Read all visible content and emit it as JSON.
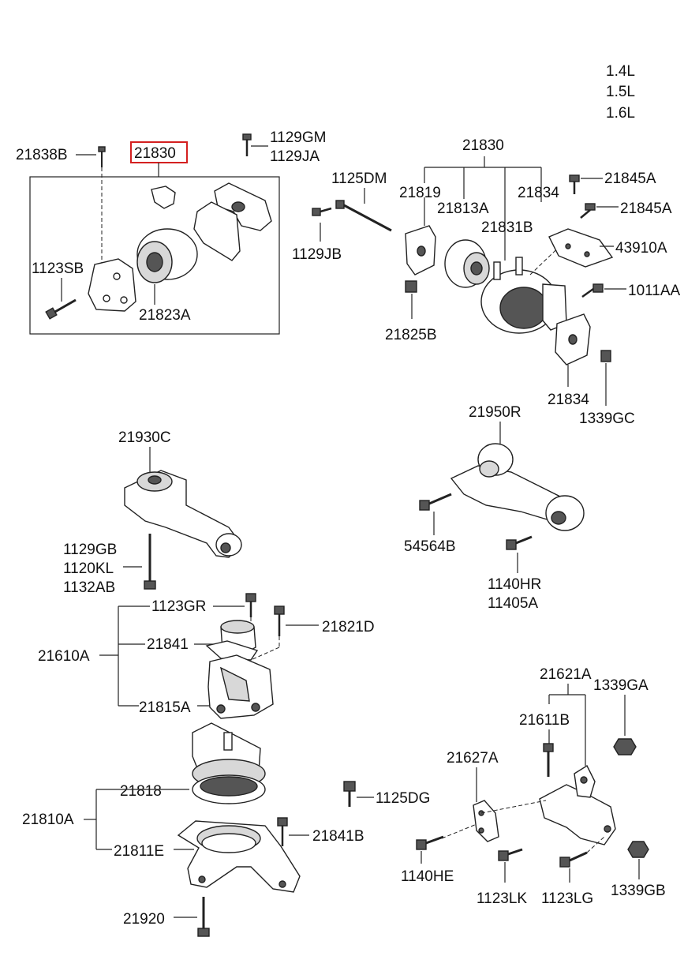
{
  "engine_variants": [
    "1.4L",
    "1.5L",
    "1.6L"
  ],
  "highlight_color": "#d42020",
  "labels": {
    "p21838B": "21838B",
    "p21830_highlight": "21830",
    "p1129GM": "1129GM",
    "p1129JA": "1129JA",
    "p1123SB": "1123SB",
    "p21823A": "21823A",
    "p21830": "21830",
    "p1125DM": "1125DM",
    "p21819": "21819",
    "p21813A": "21813A",
    "p21834_top": "21834",
    "p21845A_1": "21845A",
    "p21845A_2": "21845A",
    "p1129JB": "1129JB",
    "p21831B": "21831B",
    "p43910A": "43910A",
    "p1011AA": "1011AA",
    "p21825B": "21825B",
    "p21834_bottom": "21834",
    "p1339GC": "1339GC",
    "p21930C": "21930C",
    "p21950R": "21950R",
    "p1129GB": "1129GB",
    "p1120KL": "1120KL",
    "p1132AB": "1132AB",
    "p54564B": "54564B",
    "p1140HR": "1140HR",
    "p11405A": "11405A",
    "p1123GR": "1123GR",
    "p21821D": "21821D",
    "p21841": "21841",
    "p21610A": "21610A",
    "p21815A": "21815A",
    "p21621A": "21621A",
    "p1339GA": "1339GA",
    "p21611B": "21611B",
    "p21627A": "21627A",
    "p21818": "21818",
    "p1125DG": "1125DG",
    "p21810A": "21810A",
    "p21841B": "21841B",
    "p21811E": "21811E",
    "p1140HE": "1140HE",
    "p1123LK": "1123LK",
    "p1123LG": "1123LG",
    "p1339GB": "1339GB",
    "p21920": "21920"
  }
}
